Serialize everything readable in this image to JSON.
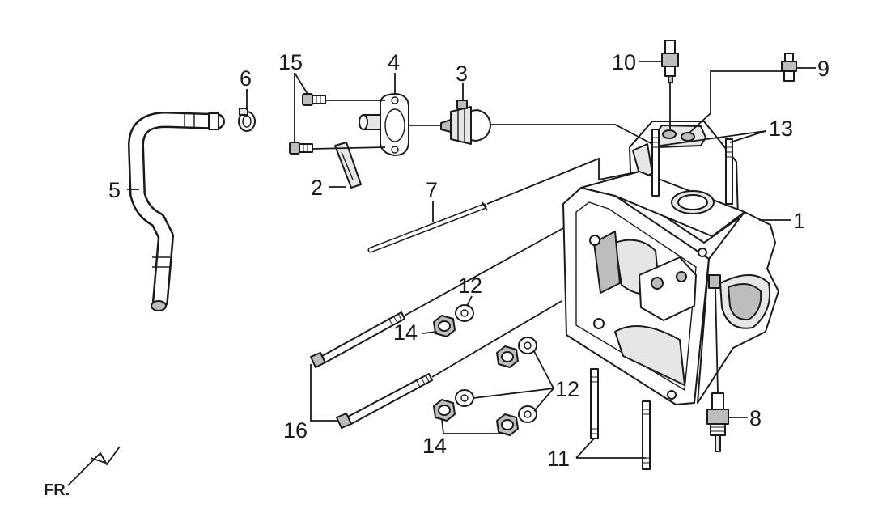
{
  "labels": {
    "p1": "1",
    "p2": "2",
    "p3": "3",
    "p4": "4",
    "p5": "5",
    "p6": "6",
    "p7": "7",
    "p8": "8",
    "p9": "9",
    "p10": "10",
    "p11": "11",
    "p12a": "12",
    "p12b": "12",
    "p13": "13",
    "p14a": "14",
    "p14b": "14",
    "p15": "15",
    "p16": "16"
  },
  "front_marker": "FR."
}
